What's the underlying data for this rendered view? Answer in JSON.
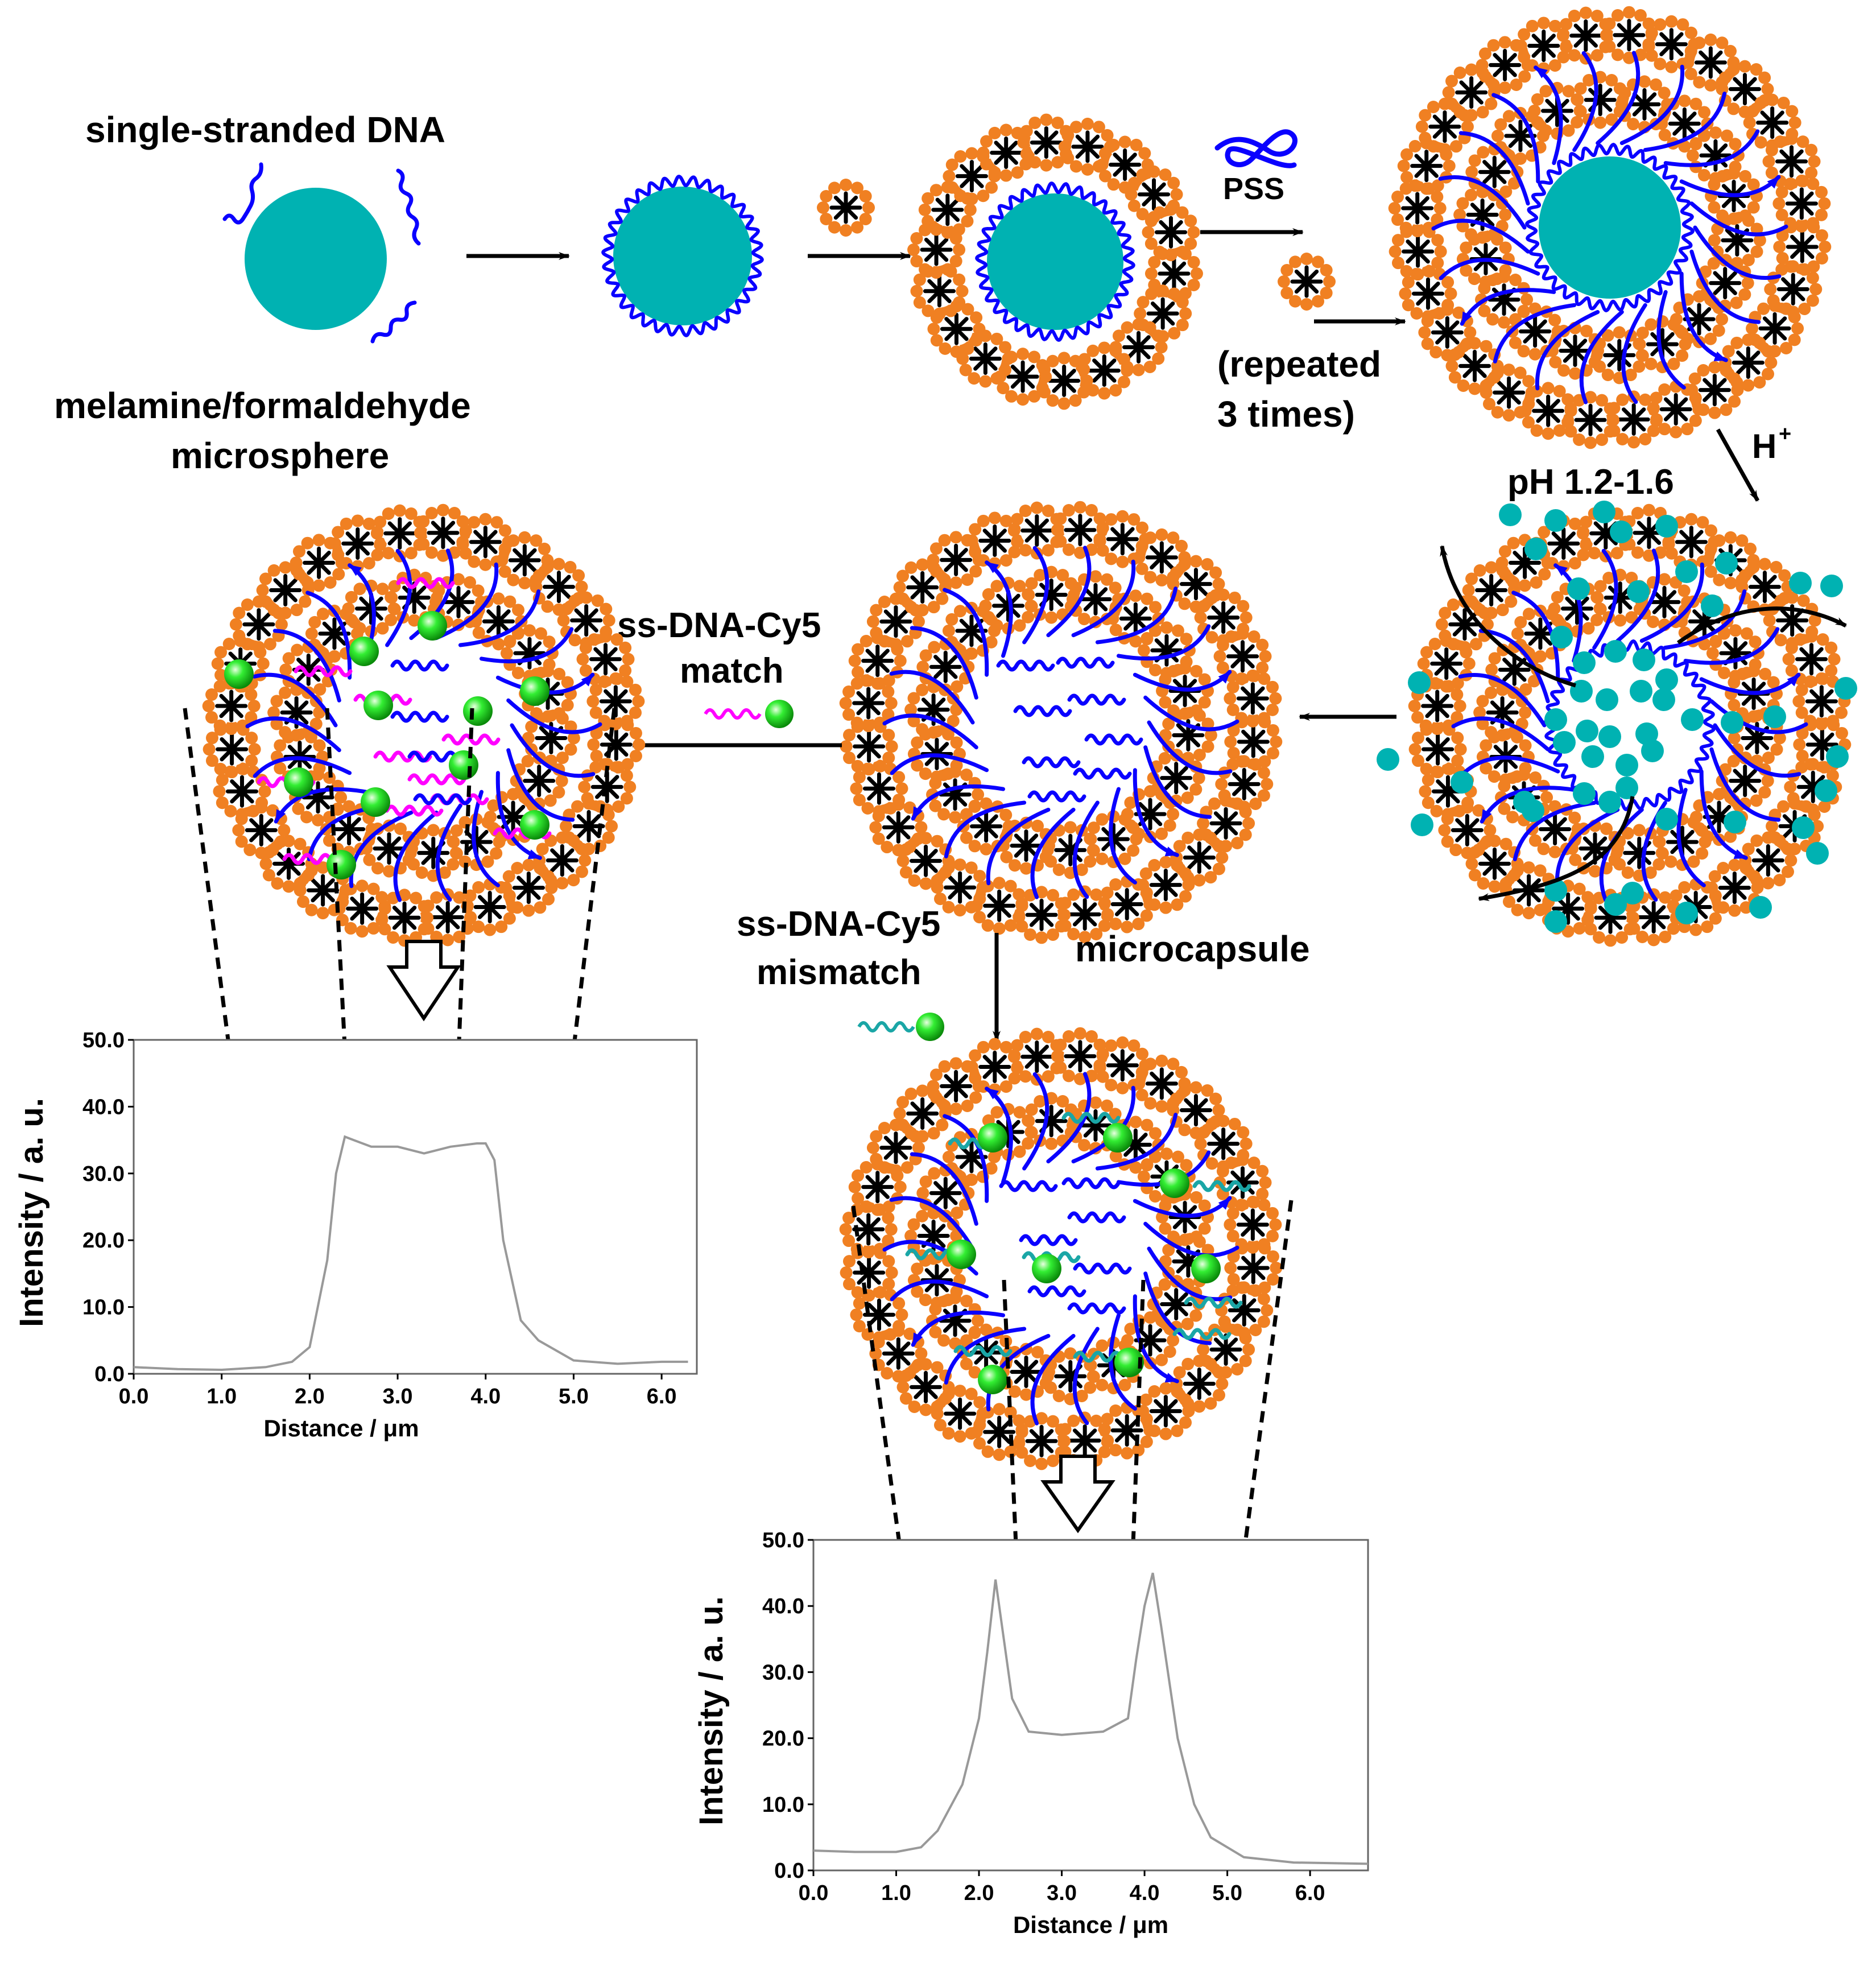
{
  "labels": {
    "ssdna": "single-stranded DNA",
    "mf_line1": "melamine/formaldehyde",
    "mf_line2": "microsphere",
    "pss": "PSS",
    "repeated_line1": "(repeated",
    "repeated_line2": "3 times)",
    "hplus": "H",
    "hplus_sup": "+",
    "ph": "pH 1.2-1.6",
    "match_line1": "ss-DNA-Cy5",
    "match_line2": "match",
    "mismatch_line1": "ss-DNA-Cy5",
    "mismatch_line2": "mismatch",
    "microcapsule": "microcapsule"
  },
  "colors": {
    "core": "#00b2b2",
    "dna_strand": "#0a00ff",
    "polymer_bead": "#f08022",
    "polymer_star": "#000000",
    "match_dna": "#ff00ff",
    "mismatch_dna": "#1aa6a6",
    "cy5_dye": "#22ee22",
    "profile_line": "#999999"
  },
  "chart_data": [
    {
      "type": "line",
      "name": "match profile",
      "xlabel": "Distance / μm",
      "ylabel": "Intensity / a. u.",
      "xlim": [
        0,
        6.4
      ],
      "ylim": [
        0,
        50
      ],
      "xticks": [
        "0.0",
        "1.0",
        "2.0",
        "3.0",
        "4.0",
        "5.0",
        "6.0"
      ],
      "yticks": [
        "0.0",
        "10.0",
        "20.0",
        "30.0",
        "40.0",
        "50.0"
      ],
      "x": [
        0.0,
        0.5,
        1.0,
        1.5,
        1.8,
        2.0,
        2.2,
        2.3,
        2.4,
        2.5,
        2.7,
        3.0,
        3.3,
        3.6,
        3.9,
        4.0,
        4.1,
        4.2,
        4.4,
        4.6,
        4.8,
        5.0,
        5.5,
        6.0,
        6.3
      ],
      "y": [
        1.0,
        0.7,
        0.6,
        1.0,
        1.8,
        4.0,
        17.0,
        30.0,
        35.5,
        35.0,
        34.0,
        34.0,
        33.0,
        34.0,
        34.5,
        34.5,
        32.0,
        20.0,
        8.0,
        5.0,
        3.5,
        2.0,
        1.5,
        1.8,
        1.8
      ]
    },
    {
      "type": "line",
      "name": "mismatch profile",
      "xlabel": "Distance / μm",
      "ylabel": "Intensity / a. u.",
      "xlim": [
        0,
        6.7
      ],
      "ylim": [
        0,
        50
      ],
      "xticks": [
        "0.0",
        "1.0",
        "2.0",
        "3.0",
        "4.0",
        "5.0",
        "6.0"
      ],
      "yticks": [
        "0.0",
        "10.0",
        "20.0",
        "30.0",
        "40.0",
        "50.0"
      ],
      "x": [
        0.0,
        0.5,
        1.0,
        1.3,
        1.5,
        1.8,
        2.0,
        2.1,
        2.2,
        2.3,
        2.4,
        2.6,
        3.0,
        3.5,
        3.8,
        3.9,
        4.0,
        4.1,
        4.2,
        4.4,
        4.6,
        4.8,
        5.2,
        5.8,
        6.7
      ],
      "y": [
        3.0,
        2.8,
        2.8,
        3.5,
        6.0,
        13.0,
        23.0,
        33.0,
        44.0,
        35.0,
        26.0,
        21.0,
        20.5,
        21.0,
        23.0,
        32.0,
        40.0,
        45.0,
        37.0,
        20.0,
        10.0,
        5.0,
        2.0,
        1.2,
        1.0
      ]
    }
  ]
}
